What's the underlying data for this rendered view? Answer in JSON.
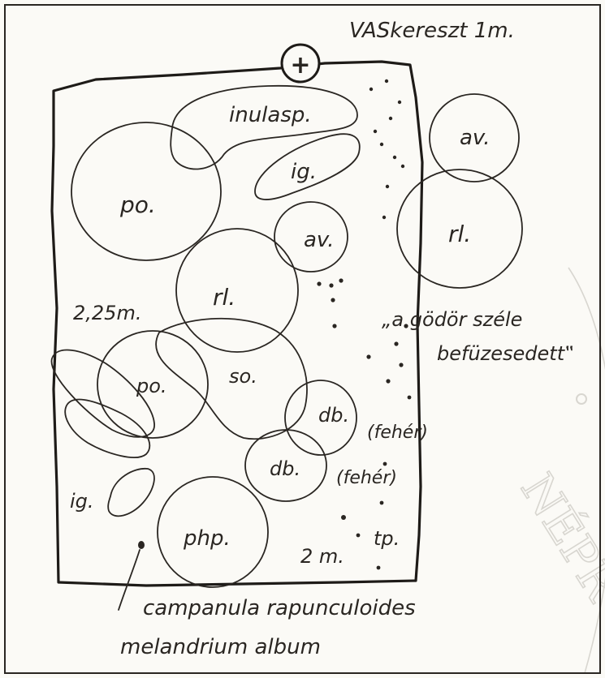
{
  "title": "VASkereszt 1m.",
  "cross_symbol": "+",
  "plants": {
    "inula": "inulasp.",
    "ig_top": "ig.",
    "po_top": "po.",
    "av_center": "av.",
    "av_right": "av.",
    "rl_right": "rl.",
    "rl_center": "rl.",
    "po_left": "po.",
    "so": "so.",
    "db_right": "db.",
    "db_lower": "db.",
    "ig_left": "ig.",
    "php": "php."
  },
  "measurements": {
    "left": "2,25m.",
    "bottom": "2 m.",
    "tp": "tp."
  },
  "annotations": {
    "pit_line1": "„a  gödör széle",
    "pit_line2": "befüzesedett‟",
    "feher_1": "(fehér)",
    "feher_2": "(fehér)"
  },
  "legend": {
    "line1": "campanula  rapunculoides",
    "line2": "melandrium  album"
  },
  "watermark": "NÉPR",
  "colors": {
    "ink": "#2a2622",
    "paper": "#fbfaf6",
    "watermark": "#d8d6d0"
  }
}
